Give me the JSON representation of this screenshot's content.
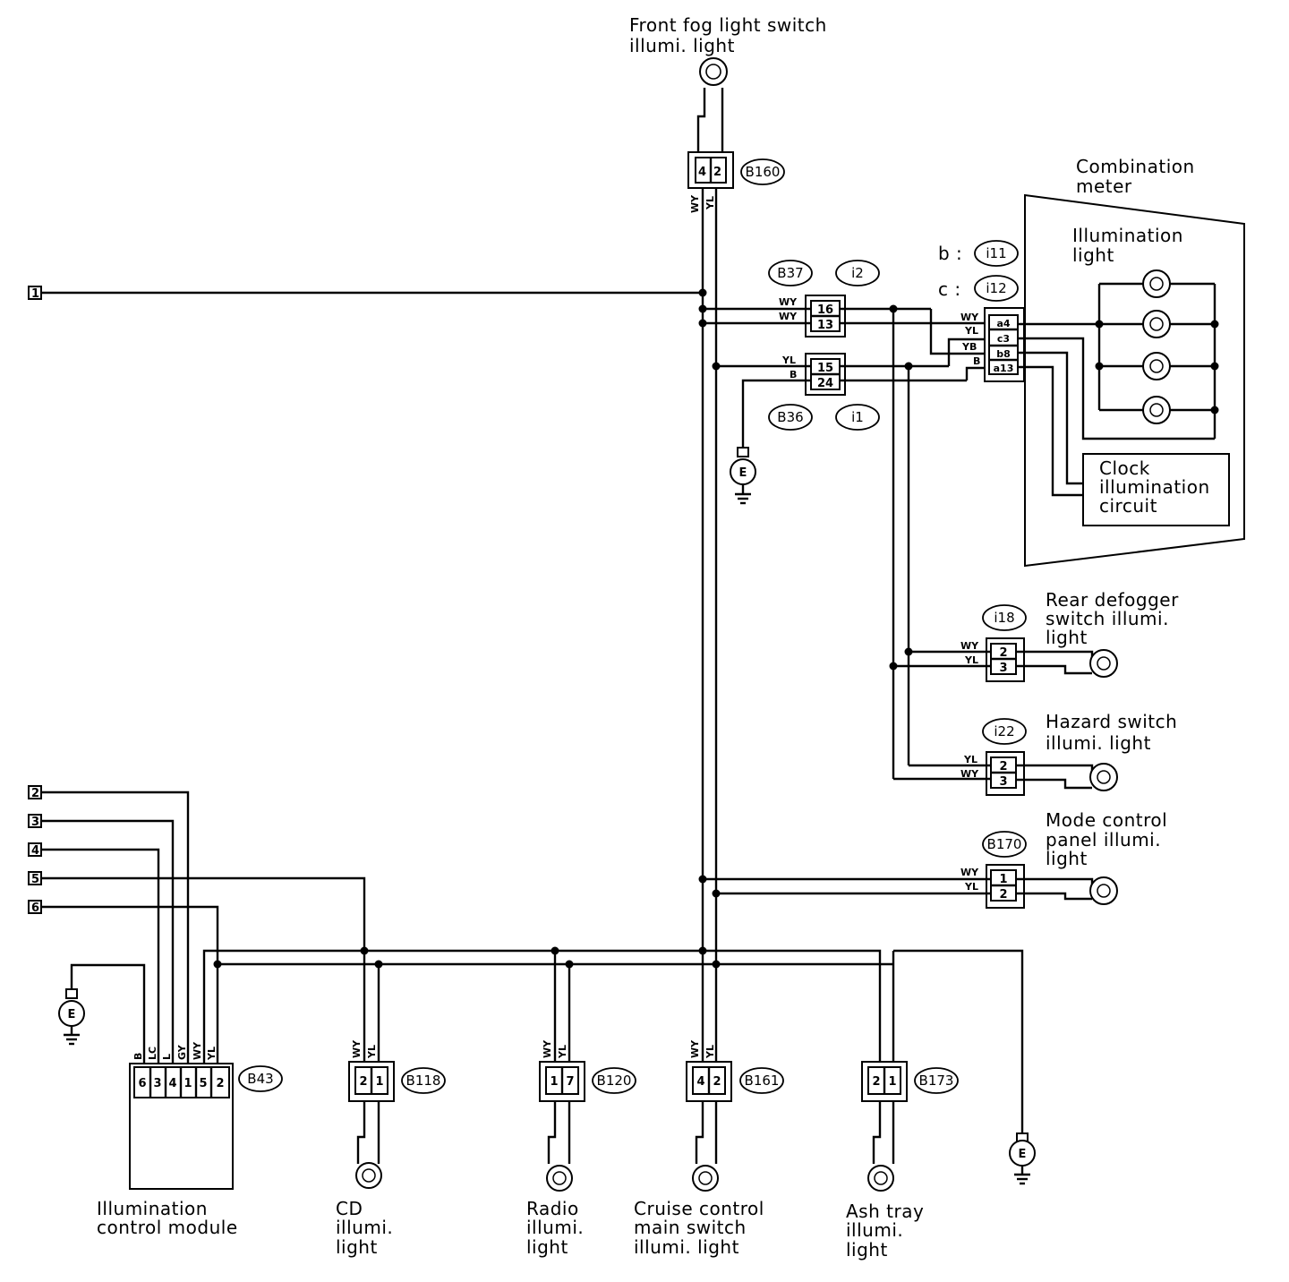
{
  "labels": {
    "fog_line1": "Front fog light switch",
    "fog_line2": "illumi. light",
    "combo_line1": "Combination",
    "combo_line2": "meter",
    "illum_line1": "Illumination",
    "illum_line2": "light",
    "clock_line1": "Clock",
    "clock_line2": "illumination",
    "clock_line3": "circuit",
    "defog_line1": "Rear defogger",
    "defog_line2": "switch illumi.",
    "defog_line3": "light",
    "hazard_line1": "Hazard switch",
    "hazard_line2": "illumi. light",
    "mode_line1": "Mode control",
    "mode_line2": "panel illumi.",
    "mode_line3": "light",
    "icm_line1": "Illumination",
    "icm_line2": "control module",
    "cd_line1": "CD",
    "cd_line2": "illumi.",
    "cd_line3": "light",
    "radio_line1": "Radio",
    "radio_line2": "illumi.",
    "radio_line3": "light",
    "cruise_line1": "Cruise control",
    "cruise_line2": "main switch",
    "cruise_line3": "illumi. light",
    "ash_line1": "Ash tray",
    "ash_line2": "illumi.",
    "ash_line3": "light",
    "b_prefix": "b :",
    "c_prefix": "c :"
  },
  "connectors": {
    "b160": "B160",
    "b37": "B37",
    "i2": "i2",
    "b36": "B36",
    "i1": "i1",
    "i11": "i11",
    "i12": "i12",
    "i18": "i18",
    "i22": "i22",
    "b170": "B170",
    "b43": "B43",
    "b118": "B118",
    "b120": "B120",
    "b161": "B161",
    "b173": "B173"
  },
  "terminals": {
    "t1": "1",
    "t2": "2",
    "t3": "3",
    "t4": "4",
    "t5": "5",
    "t6": "6"
  },
  "wires": {
    "wy": "WY",
    "yl": "YL",
    "b": "B",
    "yb": "YB",
    "lc": "LC",
    "l": "L",
    "gy": "GY"
  },
  "pins": {
    "b160": [
      "4",
      "2"
    ],
    "b37": [
      "16",
      "13"
    ],
    "b36": [
      "15",
      "24"
    ],
    "meter": [
      "a4",
      "c3",
      "b8",
      "a13"
    ],
    "i18": [
      "2",
      "3"
    ],
    "i22": [
      "2",
      "3"
    ],
    "b170": [
      "1",
      "2"
    ],
    "b43": [
      "6",
      "3",
      "4",
      "1",
      "5",
      "2"
    ],
    "b118": [
      "2",
      "1"
    ],
    "b120": [
      "1",
      "7"
    ],
    "b161": [
      "4",
      "2"
    ],
    "b173": [
      "2",
      "1"
    ]
  },
  "symbols": {
    "ground": "E",
    "bulb": "0"
  }
}
